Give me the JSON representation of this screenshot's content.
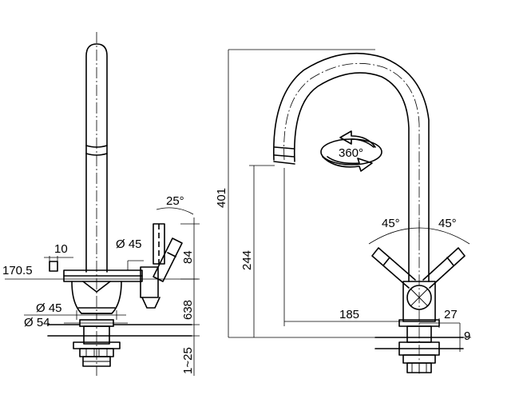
{
  "dimensions": {
    "height_total": "401",
    "spout_height": "244",
    "reach": "185",
    "angle_left": "45°",
    "angle_right": "45°",
    "rotation": "360°",
    "base_dia_45_left": "Ø 45",
    "body_dia_45": "Ø 45",
    "base_dia_54": "Ø 54",
    "lever_angle": "25°",
    "offset_10": "10",
    "offset_170_5": "170.5",
    "height_84": "84",
    "height_638": "638",
    "thickness_1_25": "1~25",
    "dim_27": "27",
    "dim_9": "9"
  },
  "colors": {
    "line": "#000000",
    "background": "#ffffff"
  }
}
